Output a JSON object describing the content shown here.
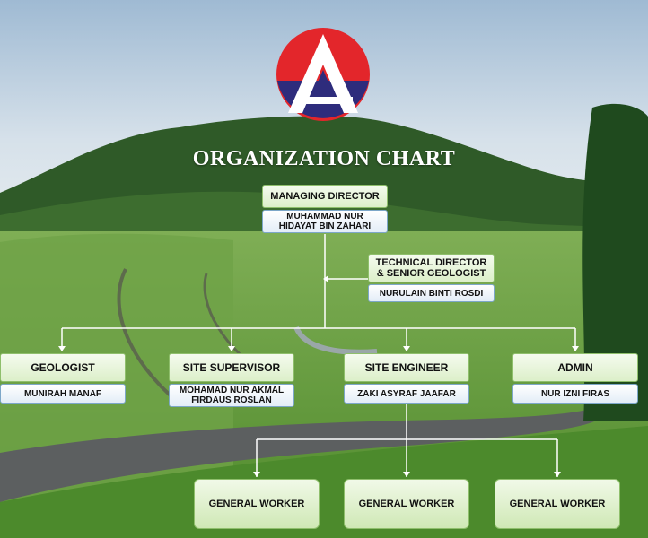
{
  "title": "ORGANIZATION CHART",
  "colors": {
    "logo_red": "#e3262b",
    "logo_blue": "#2e2c7c",
    "role_green": "#dcefc9",
    "person_blue": "#e3edf7",
    "connector": "#ffffff"
  },
  "managing_director": {
    "role": "MANAGING DIRECTOR",
    "name": "MUHAMMAD NUR HIDAYAT BIN ZAHARI"
  },
  "technical_director": {
    "role": "TECHNICAL DIRECTOR & SENIOR GEOLOGIST",
    "name": "NURULAIN BINTI ROSDI"
  },
  "departments": [
    {
      "role": "GEOLOGIST",
      "name": "MUNIRAH MANAF"
    },
    {
      "role": "SITE SUPERVISOR",
      "name": "MOHAMAD NUR AKMAL FIRDAUS ROSLAN"
    },
    {
      "role": "SITE ENGINEER",
      "name": "ZAKI ASYRAF JAAFAR"
    },
    {
      "role": "ADMIN",
      "name": "NUR IZNI FIRAS"
    }
  ],
  "workers": [
    {
      "role": "GENERAL WORKER"
    },
    {
      "role": "GENERAL WORKER"
    },
    {
      "role": "GENERAL WORKER"
    }
  ]
}
